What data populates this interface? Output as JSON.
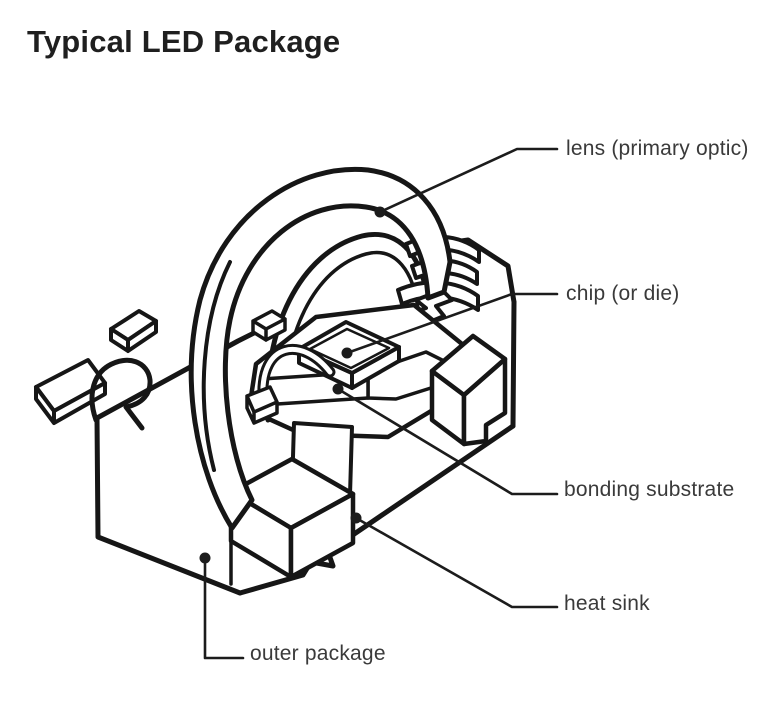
{
  "title": "Typical LED Package",
  "diagram": {
    "type": "technical-line-illustration",
    "subject": "cutaway isometric view of a typical LED package",
    "background_color": "#ffffff",
    "line_color": "#161616",
    "label_color": "#3a3a3a",
    "title_color": "#1f1f1f",
    "labels": [
      {
        "id": "lens",
        "text": "lens (primary optic)"
      },
      {
        "id": "chip",
        "text": "chip (or die)"
      },
      {
        "id": "bonding-substrate",
        "text": "bonding substrate"
      },
      {
        "id": "heat-sink",
        "text": "heat sink"
      },
      {
        "id": "outer-package",
        "text": "outer package"
      }
    ]
  }
}
